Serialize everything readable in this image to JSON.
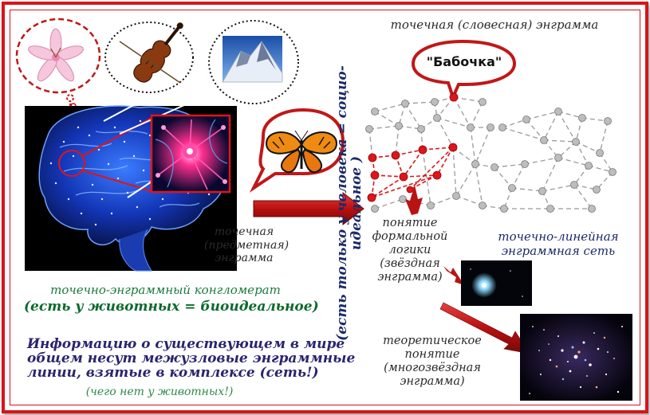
{
  "labels": {
    "verbal_engram": "точечная (словесная) энграмма",
    "word_callout": "\"Бабочка\"",
    "subject_engram": [
      "точечная",
      "(предметная)",
      "энграмма"
    ],
    "conglomerate": "точечно-энграммный конгломерат",
    "animals_bioideal": "(есть у животных = биоидеальное)",
    "vertical_social": [
      "(есть только у человека = социо-",
      "идеальное )"
    ],
    "formal_logic": [
      "понятие",
      "формальной",
      "логики",
      "(звёздная",
      "энграмма)"
    ],
    "network": [
      "точечно-линейная",
      "энграммная сеть"
    ],
    "theoretical": [
      "теоретическое",
      "понятие",
      "(многозвёздная",
      "энграмма)"
    ],
    "info_statement": [
      "Информацию о существующем в мире",
      "общем несут межузловые энграммные",
      "линии, взятые в комплексе (сеть!)"
    ],
    "not_in_animals": "(чего нет у животных!)"
  },
  "colors": {
    "frame": "#d8141a",
    "active_node": "#e0141a",
    "inactive_node": "#b8b8b8",
    "arrow": "#c01818"
  },
  "icons": {
    "flower": "lily-icon",
    "violin": "violin-icon",
    "mountain": "mountain-icon",
    "butterfly": "butterfly-icon",
    "brain": "brain-icon",
    "neuron": "neuron-icon",
    "single_star": "star-icon",
    "star_cluster": "star-cluster-icon"
  }
}
